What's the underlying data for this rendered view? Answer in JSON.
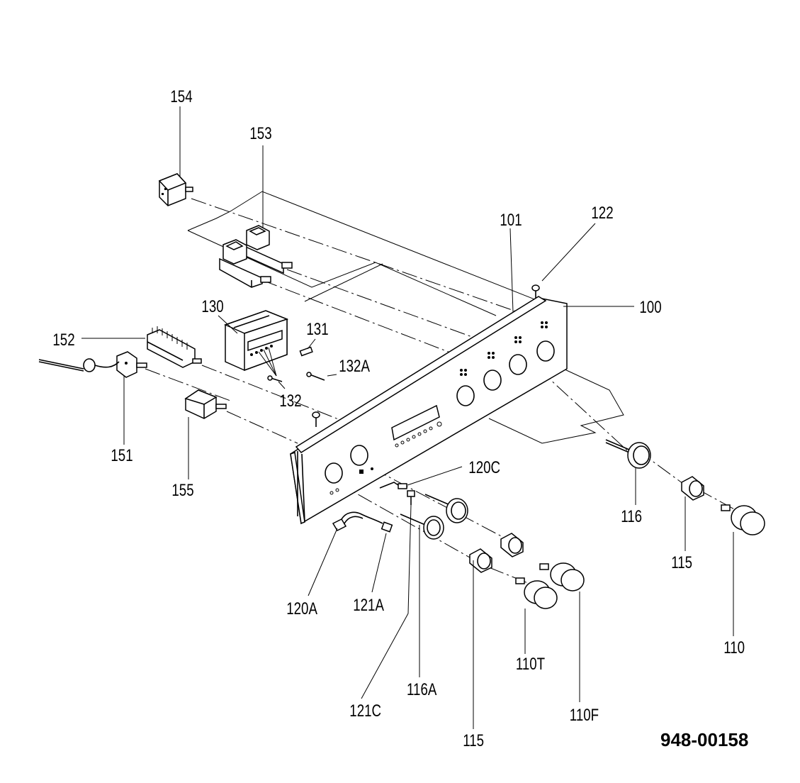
{
  "diagram": {
    "part_labels": {
      "p154": "154",
      "p153": "153",
      "p101": "101",
      "p122": "122",
      "p100": "100",
      "p130": "130",
      "p131": "131",
      "p152": "152",
      "p132a": "132A",
      "p132": "132",
      "p151": "151",
      "p155": "155",
      "p120c": "120C",
      "p116": "116",
      "p115r": "115",
      "p110": "110",
      "p120a": "120A",
      "p121a": "121A",
      "p110t": "110T",
      "p121c": "121C",
      "p116a": "116A",
      "p110f": "110F",
      "p115b": "115"
    },
    "document_id": "948-00158"
  }
}
